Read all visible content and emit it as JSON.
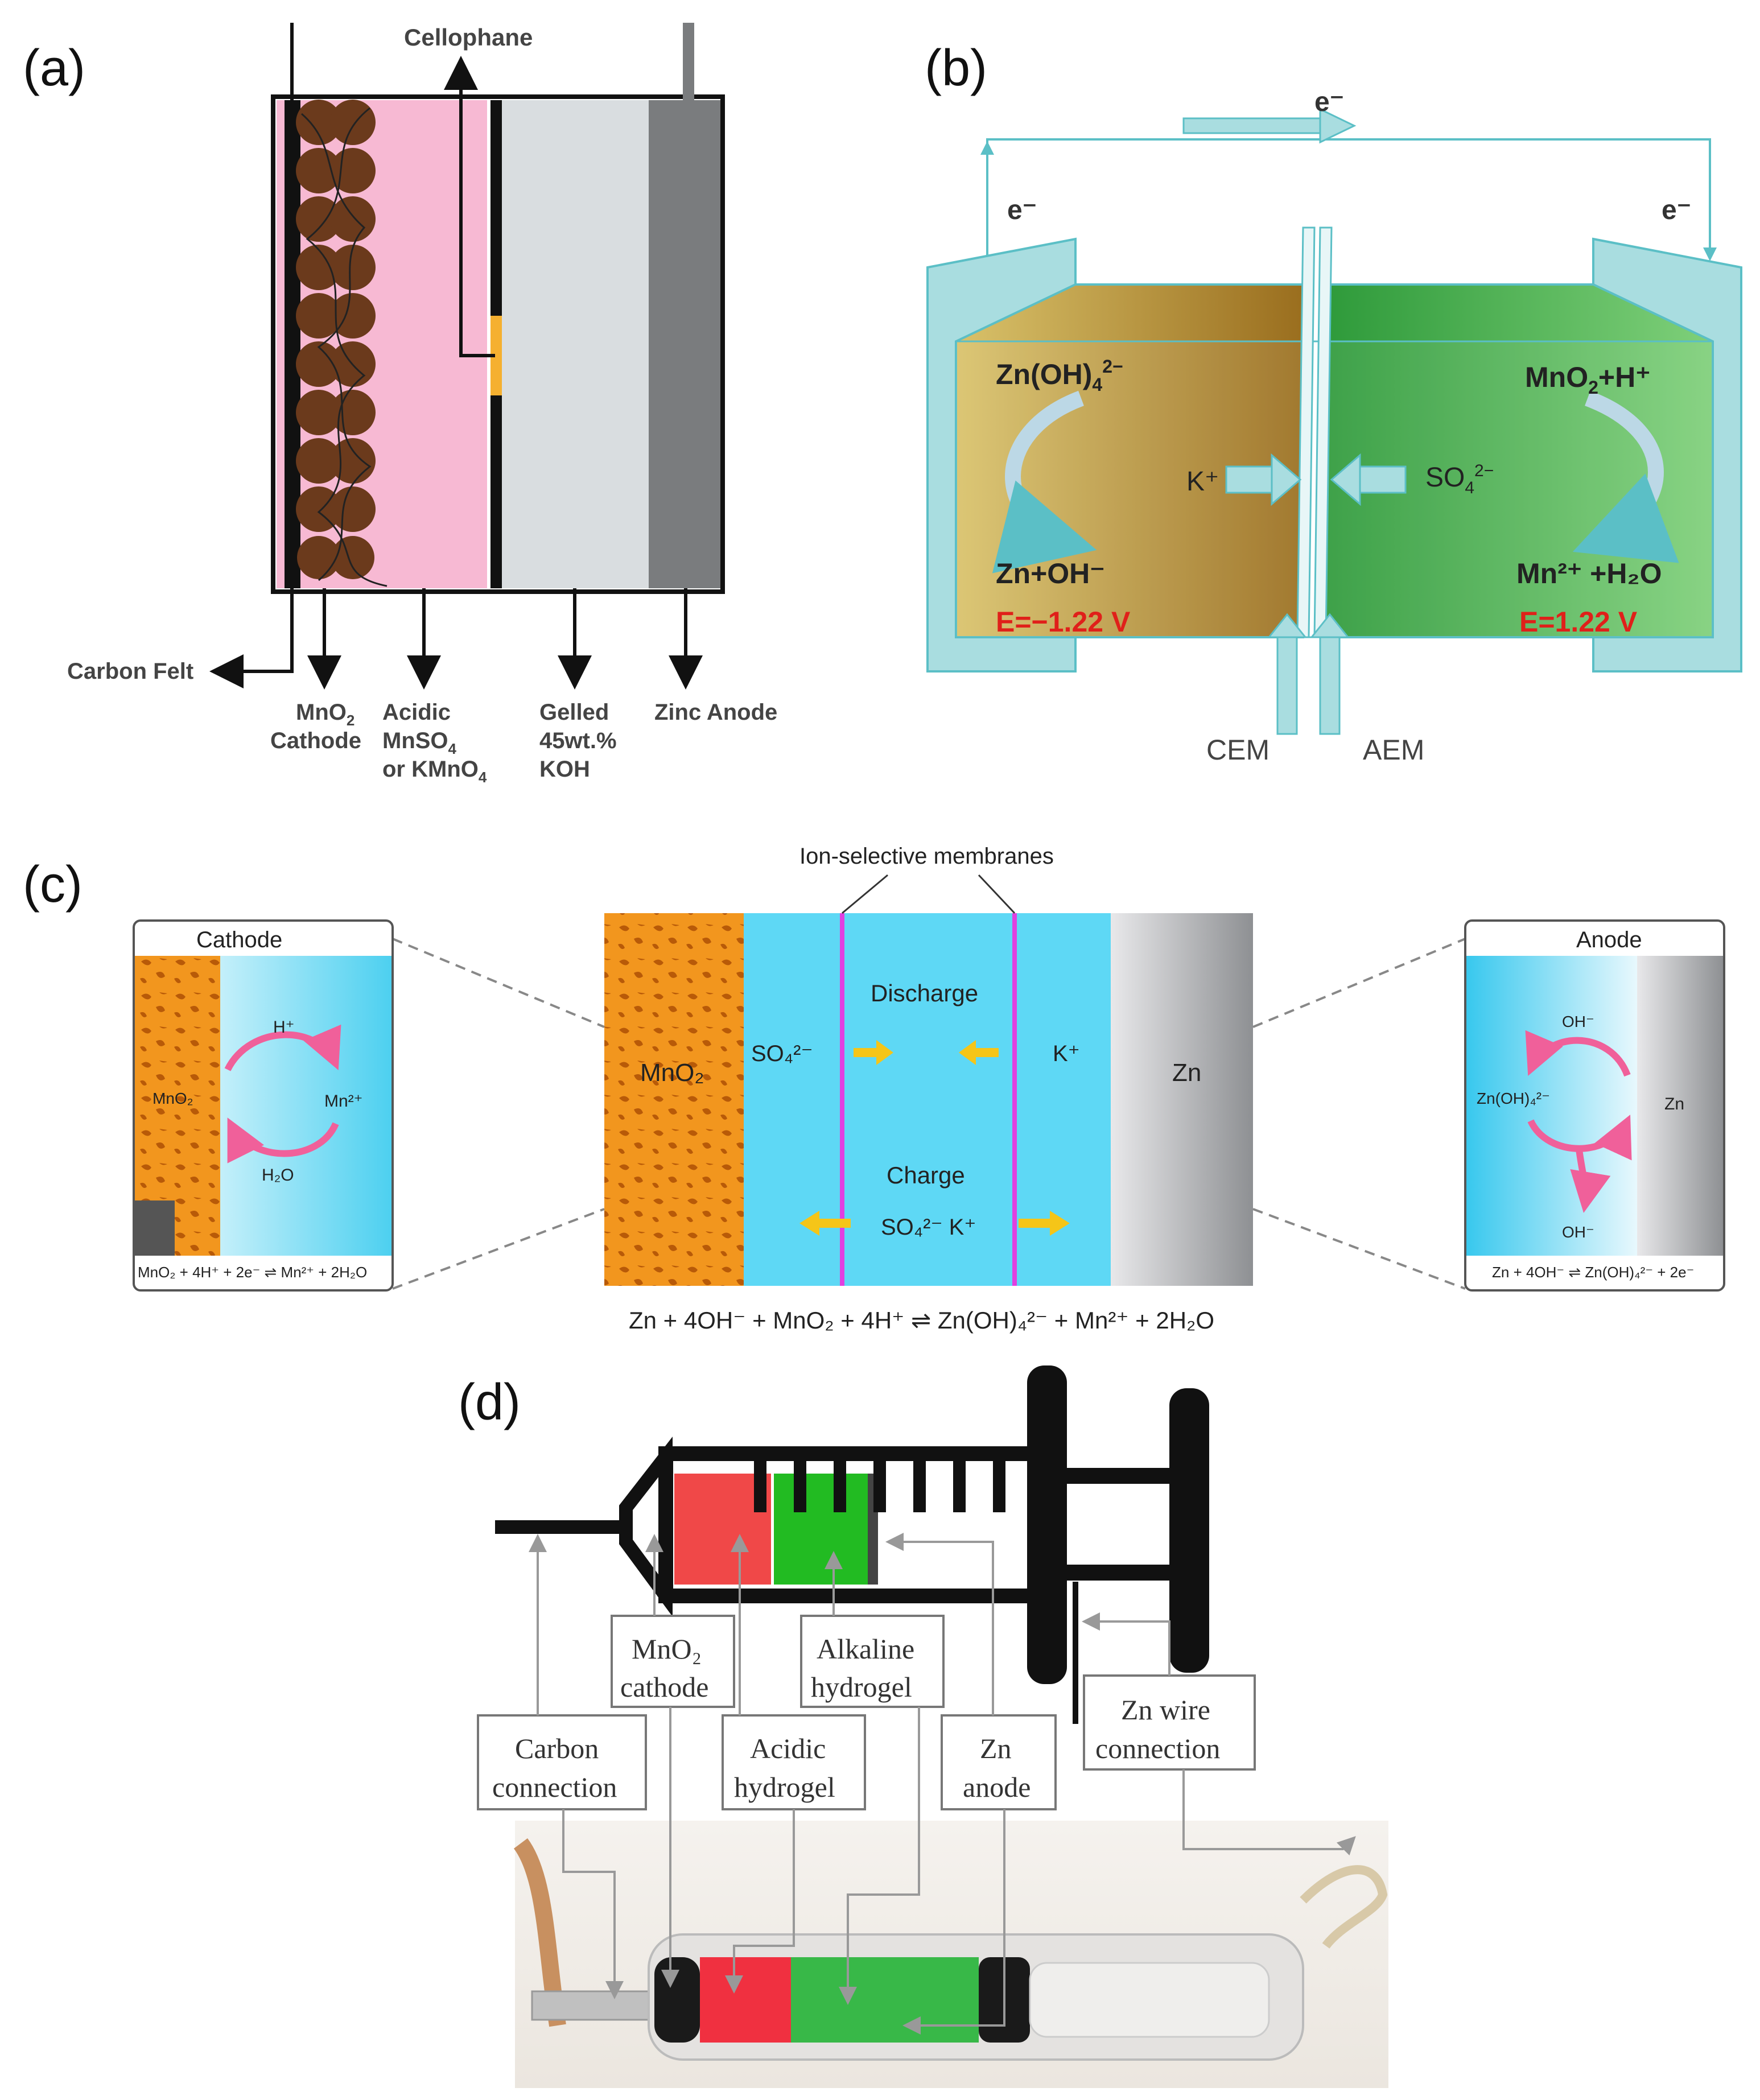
{
  "panel_a": {
    "letter": "(a)",
    "cellophane": "Cellophane",
    "carbon_felt": "Carbon Felt",
    "mno2_l1": "MnO",
    "mno2_sub": "2",
    "mno2_l2": "Cathode",
    "acidic_l1": "Acidic",
    "acidic_l2": "MnSO",
    "acidic_l2_sub": "4",
    "acidic_l3": "or KMnO",
    "acidic_l3_sub": "4",
    "gelled_l1": "Gelled",
    "gelled_l2": "45wt.%",
    "gelled_l3": "KOH",
    "zinc_anode": "Zinc Anode",
    "colors": {
      "cathode_ball": "#6b3a1c",
      "acid": "#f7b9d3",
      "gel": "#d9dde0",
      "zinc": "#7a7c7e",
      "sep": "#f5b030"
    }
  },
  "panel_b": {
    "letter": "(b)",
    "e_top": "e⁻",
    "e_left": "e⁻",
    "e_right": "e⁻",
    "zn_oh4": "Zn(OH)",
    "zn_oh4_sub": "4",
    "zn_oh4_sup": "2−",
    "zn_oh": "Zn+OH⁻",
    "e_neg": "E=−1.22 V",
    "mno2_h": "MnO",
    "mno2_h_sub": "2",
    "mno2_h_tail": "+H⁺",
    "mn_h2o": "Mn²⁺ +H₂O",
    "e_pos": "E=1.22 V",
    "k_plus": "K⁺",
    "so4": "SO",
    "so4_sub": "4",
    "so4_sup": "2−",
    "cem": "CEM",
    "aem": "AEM",
    "colors": {
      "frame": "#a9dde0",
      "left": "#c8a24a",
      "right": "#4caf50",
      "red": "#e0201a"
    }
  },
  "panel_c": {
    "letter": "(c)",
    "membranes": "Ion-selective membranes",
    "discharge": "Discharge",
    "charge": "Charge",
    "so4_d": "SO₄²⁻",
    "k_d": "K⁺",
    "so4k_c": "SO₄²⁻ K⁺",
    "mno2": "MnO₂",
    "zn": "Zn",
    "equation": "Zn + 4OH⁻ + MnO₂ + 4H⁺ ⇌ Zn(OH)₄²⁻ + Mn²⁺ + 2H₂O",
    "cathode_title": "Cathode",
    "cathode_h": "H⁺",
    "cathode_mno2": "MnO₂",
    "cathode_mn": "Mn²⁺",
    "cathode_h2o": "H₂O",
    "cathode_eq": "MnO₂ + 4H⁺ + 2e⁻ ⇌ Mn²⁺ + 2H₂O",
    "anode_title": "Anode",
    "anode_oh1": "OH⁻",
    "anode_znoh": "Zn(OH)₄²⁻",
    "anode_zn": "Zn",
    "anode_oh2": "OH⁻",
    "anode_eq": "Zn + 4OH⁻ ⇌ Zn(OH)₄²⁻ + 2e⁻",
    "colors": {
      "blue": "#5ed8f5",
      "orange": "#f2961e",
      "membrane": "#e040e0",
      "arrow": "#f5c518",
      "pink": "#f0609a"
    }
  },
  "panel_d": {
    "letter": "(d)",
    "mno2_l1": "MnO₂",
    "mno2_l2": "cathode",
    "alk_l1": "Alkaline",
    "alk_l2": "hydrogel",
    "carbon_l1": "Carbon",
    "carbon_l2": "connection",
    "acid_l1": "Acidic",
    "acid_l2": "hydrogel",
    "zn_l1": "Zn",
    "zn_l2": "anode",
    "znw_l1": "Zn wire",
    "znw_l2": "connection",
    "colors": {
      "red": "#f04848",
      "green": "#22bb22",
      "black": "#111111"
    }
  }
}
